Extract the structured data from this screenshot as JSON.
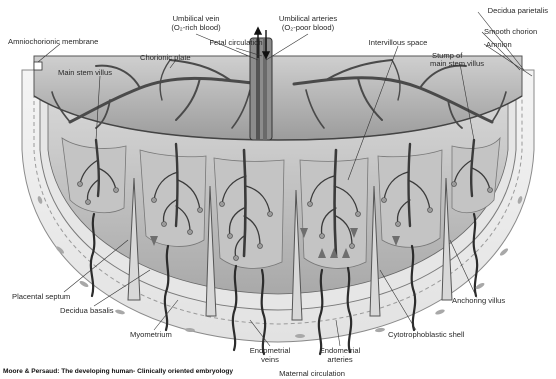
{
  "labels": {
    "umbilical_vein": "Umbilical vein",
    "umbilical_vein_sub": "(O₂-rich blood)",
    "umbilical_arteries": "Umbilical arteries",
    "umbilical_arteries_sub": "(O₂-poor blood)",
    "decidua_parietalis": "Decidua parietalis",
    "amniochorionic_membrane": "Amniochorionic membrane",
    "fetal_circulation": "Fetal circulation",
    "smooth_chorion": "Smooth chorion",
    "amnion": "Amnion",
    "chorionic_plate": "Chorionic plate",
    "intervillous_space": "Intervillous space",
    "main_stem_villus": "Main stem villus",
    "stump_line1": "Stump of",
    "stump_line2": "main stem villus",
    "placental_septum": "Placental septum",
    "decidua_basalis": "Decidua basalis",
    "anchoring_villus": "Anchoring villus",
    "myometrium": "Myometrium",
    "cytotrophoblastic_shell": "Cytotrophoblastic shell",
    "endometrial_veins_1": "Endometrial",
    "endometrial_veins_2": "veins",
    "endometrial_arteries_1": "Endometrial",
    "endometrial_arteries_2": "arteries",
    "maternal_circulation": "Maternal circulation"
  },
  "credit": "Moore & Persaud: The developing human- Clinically oriented embryology"
}
